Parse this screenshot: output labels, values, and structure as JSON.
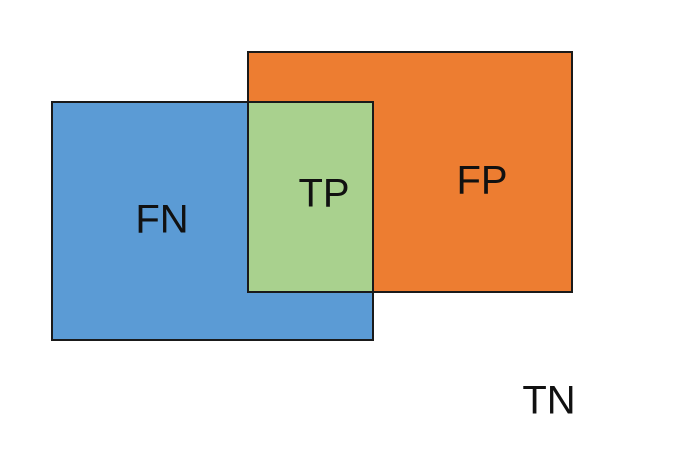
{
  "diagram": {
    "regions": {
      "fn": {
        "label": "FN",
        "color": "#5b9bd5"
      },
      "fp": {
        "label": "FP",
        "color": "#ed7d31"
      },
      "tp": {
        "label": "TP",
        "color": "#a9d18e"
      },
      "tn": {
        "label": "TN",
        "color": "#ffffff"
      }
    },
    "border_color": "#1a1a1a"
  }
}
